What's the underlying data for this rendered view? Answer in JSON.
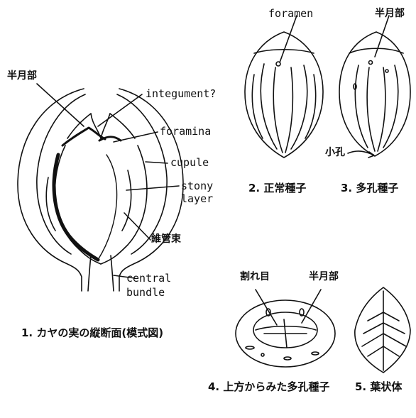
{
  "fig1": {
    "label_hangetsubu": "半月部",
    "label_integument": "integument?",
    "label_foramina": "foramina",
    "label_cupule": "cupule",
    "label_stony": "stony",
    "label_layer": "layer",
    "label_ikansoku": "維管束",
    "label_central": "central",
    "label_bundle": "bundle",
    "caption": "1. カヤの実の縦断面(模式図)"
  },
  "fig2": {
    "label_foramen": "foramen",
    "caption": "2. 正常種子"
  },
  "fig3": {
    "label_hangetsubu": "半月部",
    "label_shoko": "小孔",
    "caption": "3. 多孔種子"
  },
  "fig4": {
    "label_wareme": "割れ目",
    "label_hangetsubu": "半月部",
    "caption": "4. 上方からみた多孔種子"
  },
  "fig5": {
    "caption": "5. 葉状体"
  }
}
